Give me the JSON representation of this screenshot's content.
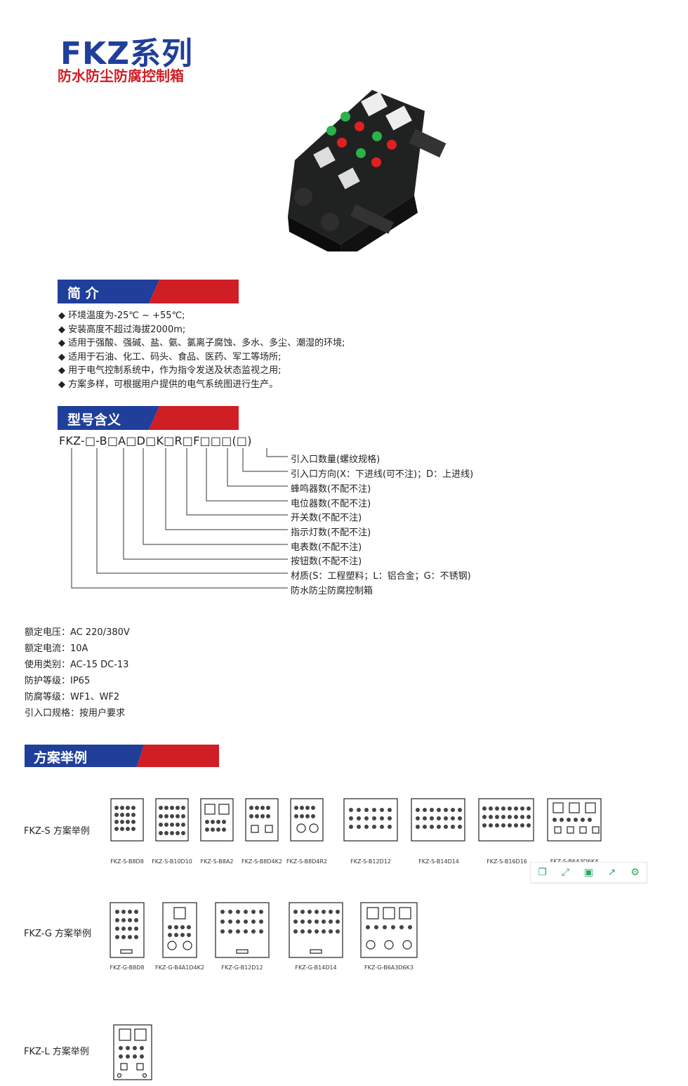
{
  "header": {
    "title": "FKZ系列",
    "subtitle": "防水防尘防腐控制箱"
  },
  "sections": {
    "intro": "简 介",
    "model": "型号含义",
    "schemes": "方案举例"
  },
  "intro_bullets": [
    "环境温度为-25℃ ~ +55℃;",
    "安装高度不超过海拔2000m;",
    "适用于强酸、强碱、盐、氨、氯离子腐蚀、多水、多尘、潮湿的环境;",
    "适用于石油、化工、码头、食品、医药、军工等场所;",
    "用于电气控制系统中，作为指令发送及状态监视之用;",
    "方案多样，可根据用户提供的电气系统图进行生产。"
  ],
  "model_code": "FKZ-□-B□A□D□K□R□F□□□(□)",
  "model_desc": [
    "引入口数量(螺纹规格)",
    "引入口方向(X：下进线(可不注)；D：上进线)",
    "蜂鸣器数(不配不注)",
    "电位器数(不配不注)",
    "开关数(不配不注)",
    "指示灯数(不配不注)",
    "电表数(不配不注)",
    "按钮数(不配不注)",
    "材质(S：工程塑料；L：铝合金；G：不锈钢)",
    "防水防尘防腐控制箱"
  ],
  "specs": [
    "额定电压：AC 220/380V",
    "额定电流：10A",
    "使用类别：AC-15  DC-13",
    "防护等级：IP65",
    "防腐等级：WF1、WF2",
    "引入口规格：按用户要求"
  ],
  "scheme_rows": [
    {
      "label": "FKZ-S 方案举例",
      "items": [
        "FKZ-S-B8D8",
        "FKZ-S-B10D10",
        "FKZ-S-B8A2",
        "FKZ-S-B8D4K2",
        "FKZ-S-B8D4R2",
        "FKZ-S-B12D12",
        "FKZ-S-B14D14",
        "FKZ-S-B16D16",
        "FKZ-S-B6A3D6K4"
      ]
    },
    {
      "label": "FKZ-G 方案举例",
      "items": [
        "FKZ-G-B8D8",
        "FKZ-G-B4A1D4K2",
        "FKZ-G-B12D12",
        "FKZ-G-B14D14",
        "FKZ-G-B6A3D6K3"
      ]
    },
    {
      "label": "FKZ-L 方案举例",
      "items": []
    }
  ],
  "toolbar_icons": [
    "copy-icon",
    "expand-icon",
    "save-icon",
    "share-icon",
    "settings-icon"
  ],
  "colors": {
    "blue": "#1f3f9a",
    "red": "#d01e25",
    "green": "#2aa861"
  }
}
